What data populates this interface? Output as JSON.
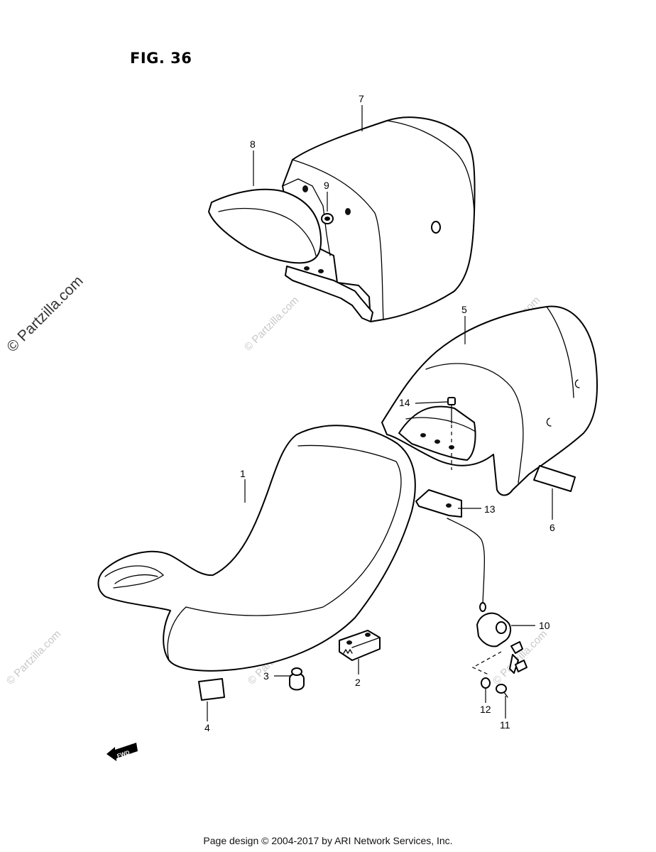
{
  "figure": {
    "title": "FIG. 36"
  },
  "callouts": [
    {
      "id": "1",
      "label": "1"
    },
    {
      "id": "2",
      "label": "2"
    },
    {
      "id": "3",
      "label": "3"
    },
    {
      "id": "4",
      "label": "4"
    },
    {
      "id": "5",
      "label": "5"
    },
    {
      "id": "6",
      "label": "6"
    },
    {
      "id": "7",
      "label": "7"
    },
    {
      "id": "8",
      "label": "8"
    },
    {
      "id": "9",
      "label": "9"
    },
    {
      "id": "10",
      "label": "10"
    },
    {
      "id": "11",
      "label": "11"
    },
    {
      "id": "12",
      "label": "12"
    },
    {
      "id": "13",
      "label": "13"
    },
    {
      "id": "14",
      "label": "14"
    }
  ],
  "fwd_arrow_label": "FWD",
  "watermark": {
    "main": "© Partzilla.com",
    "repeat": "© Partzilla.com"
  },
  "footer": "Page design © 2004-2017 by ARI Network Services, Inc."
}
